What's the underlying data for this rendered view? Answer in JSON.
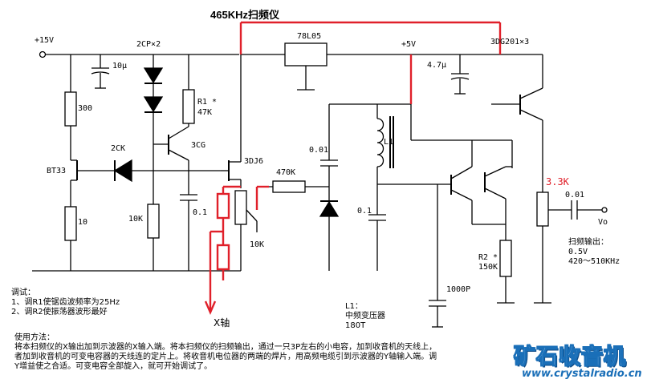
{
  "title": "465KHz扫频仪",
  "power": {
    "plus15": "+15V",
    "plus5": "+5V"
  },
  "components": {
    "c_10u": "10μ",
    "diodes_2cp": "2CP×2",
    "reg": "78L05",
    "c_4u7": "4.7μ",
    "transistors_3dg201": "3DG201×3",
    "r300": "300",
    "r1": "R1 *",
    "r1_val": "47K",
    "q_3cg": "3CG",
    "d_2ck": "2CK",
    "ujt_bt33": "BT33",
    "fet_3dj6": "3DJ6",
    "r10": "10",
    "r10k_a": "10K",
    "c_01a": "0.1",
    "pot_10k": "10K",
    "r470k": "470K",
    "c_001a": "0.01",
    "inductor_l1": "L1",
    "c_01b": "0.1",
    "r3_3k": "3.3K",
    "c_001b": "0.01",
    "vo": "Vo",
    "r2": "R2 *",
    "r2_val": "150K",
    "c_1000p": "1000P"
  },
  "output_note": {
    "line1": "扫频输出：",
    "line2": "0.5V",
    "line3": "420～510KHz"
  },
  "x_axis": "X轴",
  "l1_note": {
    "line1": "L1：",
    "line2": "中频变压器",
    "line3": "180T"
  },
  "debug_note": {
    "line1": "调试：",
    "line2": "1、调R1使锯齿波频率为25Hz",
    "line3": "2、调R2使振荡器波形最好"
  },
  "usage_note": {
    "line1": "使用方法：",
    "line2": "将本扫频仪的X输出加到示波器的X输入端。将本扫频仪的扫频输出，通过一只3P左右的小电容，加到收音机的天线上，",
    "line3": "者加到收音机的可变电容器的天线连的定片上。将收音机电位器的两端的焊片，用高频电缆引到示波器的Y轴输入端。调",
    "line4": "Y增益使之合适。可变电容全部旋入，就可开始调试了。"
  },
  "brand": {
    "name": "矿石收音机",
    "url": "www.crystalradio.cn"
  },
  "colors": {
    "wire": "#000000",
    "highlight": "#e0202a",
    "brand": "#1a6fb8"
  }
}
